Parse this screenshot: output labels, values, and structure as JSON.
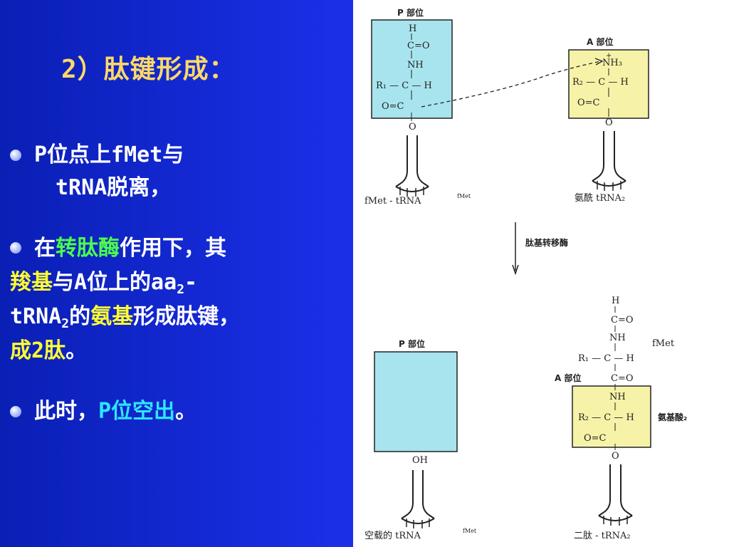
{
  "title": "2）肽键形成：",
  "bullets": {
    "b1_l1": "P位点上fMet与",
    "b1_l2": "tRNA脱离，",
    "b2_a": "在",
    "b2_b": "转肽酶",
    "b2_c": "作用下，其",
    "b2_d": "羧基",
    "b2_e": "与A位上的aa",
    "b2_f": "2",
    "b2_g": "-",
    "b2_h": "tRNA",
    "b2_i": "2",
    "b2_j": "的",
    "b2_k": "氨基",
    "b2_l": "形成肽键，",
    "b2_m": "成2肽",
    "b2_n": "。",
    "b3_a": "此时，",
    "b3_b": "P位空出",
    "b3_c": "。"
  },
  "diagram": {
    "top_p_label": "P 部位",
    "top_a_label": "A 部位",
    "p_atoms": {
      "h": "H",
      "c1": "C=O",
      "nh": "NH",
      "r1": "R₁ — C — H",
      "oc": "O=C",
      "o": "O"
    },
    "a_atoms": {
      "nh3": "NH₃",
      "plus": "+",
      "r2": "R₂ — C — H",
      "oc": "O=C",
      "o": "O"
    },
    "fmet_trna": "fMet - tRNA",
    "fmet_sup": "fMet",
    "aminoacyl_trna": "氨酰 tRNA₂",
    "enzyme": "肽基转移酶",
    "bottom_p_label": "P 部位",
    "bottom_a_label": "A 部位",
    "oh": "OH",
    "fmet": "fMet",
    "b_atoms": {
      "h": "H",
      "c1": "C=O",
      "nh": "NH",
      "r1": "R₁ — C — H",
      "co": "C=O",
      "nh2": "NH",
      "r2": "R₂ — C — H",
      "oc": "O=C",
      "o": "O"
    },
    "amino_acid": "氨基酸₂",
    "empty_trna": "空载的 tRNA",
    "empty_sup": "fMet",
    "dipeptide_trna": "二肽 - tRNA₂",
    "colors": {
      "p_box": "#a8e4ee",
      "a_box": "#f6f3a8"
    }
  }
}
